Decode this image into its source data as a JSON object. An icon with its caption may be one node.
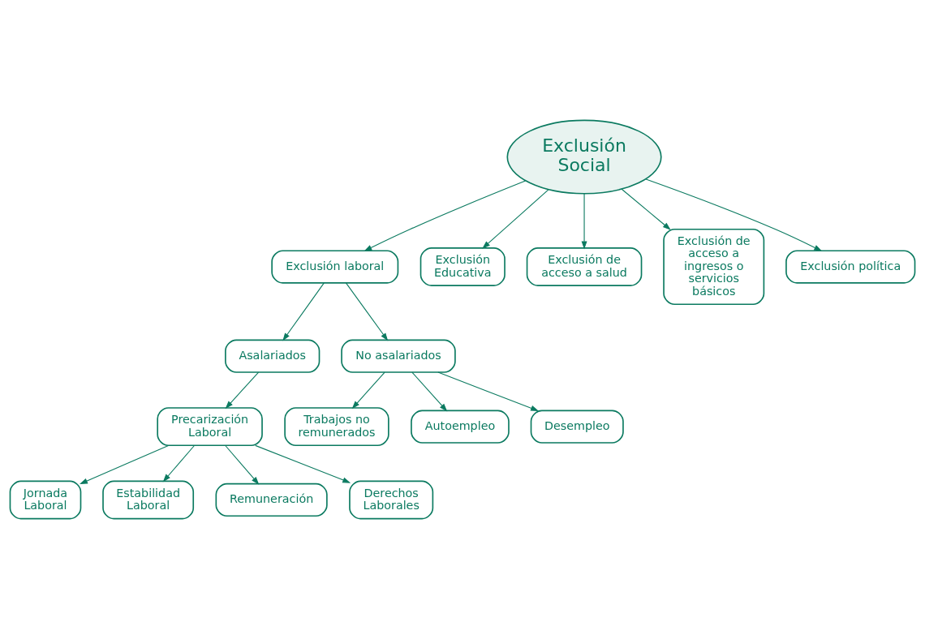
{
  "diagram": {
    "nodes": [
      {
        "text": [
          "Exclusión Social"
        ]
      },
      {
        "text": [
          "Exclusión laboral"
        ]
      },
      {
        "text": [
          "Exclusión Educativa"
        ]
      },
      {
        "text": [
          "Exclusión de acceso a salud"
        ]
      },
      {
        "text": [
          "Exclusión de acceso a ingresos o servicios básicos"
        ]
      },
      {
        "text": [
          "Exclusión política"
        ]
      },
      {
        "text": [
          "Asalariados"
        ]
      },
      {
        "text": [
          "No asalariados"
        ]
      },
      {
        "text": [
          "Precarización Laboral"
        ]
      },
      {
        "text": [
          "Trabajos no remunerados"
        ]
      },
      {
        "text": [
          "Autoempleo"
        ]
      },
      {
        "text": [
          "Desempleo"
        ]
      },
      {
        "text": [
          "Jornada Laboral"
        ]
      },
      {
        "text": [
          "Estabilidad Laboral"
        ]
      },
      {
        "text": [
          "Remuneración"
        ]
      },
      {
        "text": [
          "Derechos Laborales"
        ]
      }
    ],
    "edges": [
      {
        "from": 0,
        "to": 1,
        "arrow": "to"
      },
      {
        "from": 0,
        "to": 2,
        "arrow": "to"
      },
      {
        "from": 0,
        "to": 3,
        "arrow": "to"
      },
      {
        "from": 0,
        "to": 4,
        "arrow": "to"
      },
      {
        "from": 0,
        "to": 5,
        "arrow": "to"
      },
      {
        "from": 1,
        "to": 6,
        "arrow": "to"
      },
      {
        "from": 1,
        "to": 7,
        "arrow": "to"
      },
      {
        "from": 6,
        "to": 8,
        "arrow": "to"
      },
      {
        "from": 7,
        "to": 9,
        "arrow": "to"
      },
      {
        "from": 7,
        "to": 10,
        "arrow": "to"
      },
      {
        "from": 7,
        "to": 11,
        "arrow": "to"
      },
      {
        "from": 8,
        "to": 12,
        "arrow": "to"
      },
      {
        "from": 8,
        "to": 13,
        "arrow": "to"
      },
      {
        "from": 8,
        "to": 14,
        "arrow": "to"
      },
      {
        "from": 8,
        "to": 15,
        "arrow": "to"
      }
    ]
  }
}
